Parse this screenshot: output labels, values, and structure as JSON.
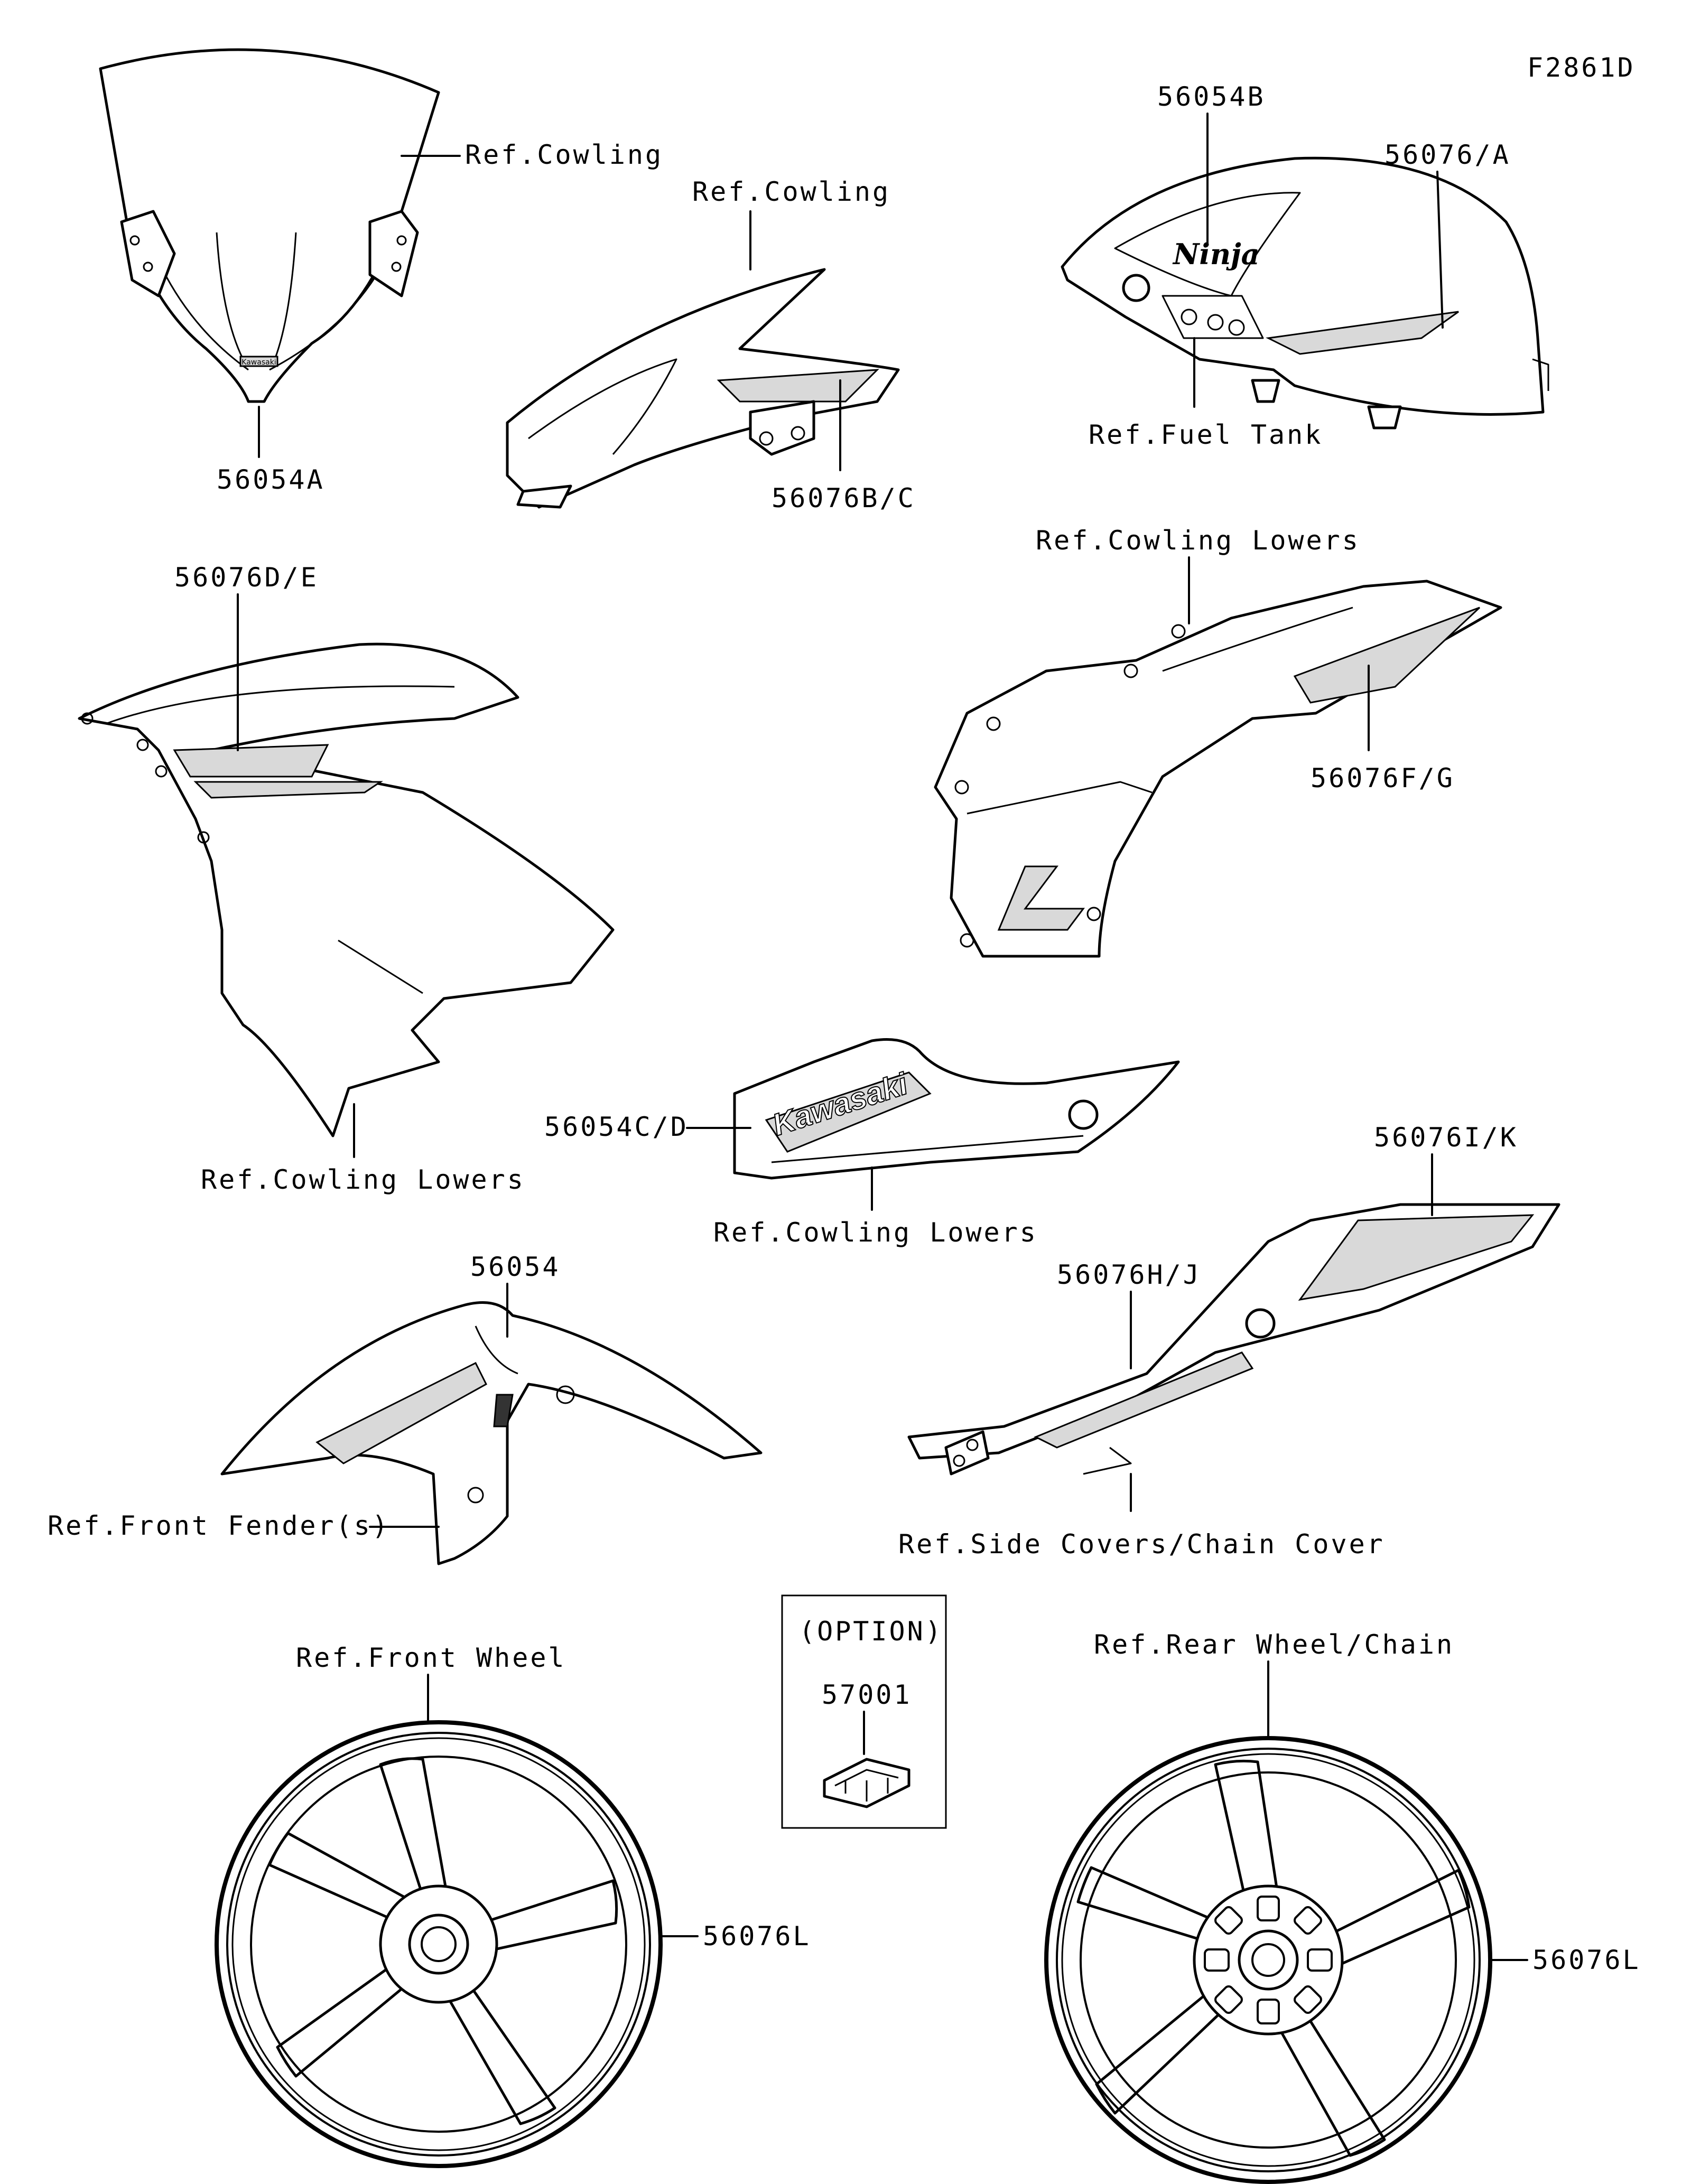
{
  "figure_id": "F2861D",
  "callouts": {
    "windshield_ref": "Ref.Cowling",
    "windshield_part": "56054A",
    "upper_cowl_ref": "Ref.Cowling",
    "upper_cowl_part": "56076B/C",
    "tank_top_part": "56054B",
    "tank_side_part": "56076/A",
    "tank_ref": "Ref.Fuel Tank",
    "left_lower_part": "56076D/E",
    "left_lower_ref": "Ref.Cowling Lowers",
    "right_lower_ref": "Ref.Cowling Lowers",
    "right_lower_part": "56076F/G",
    "belly_part": "56054C/D",
    "belly_ref": "Ref.Cowling Lowers",
    "fender_part": "56054",
    "fender_ref": "Ref.Front Fender(s)",
    "side_cover_upper_part": "56076I/K",
    "side_cover_lower_part": "56076H/J",
    "side_cover_ref": "Ref.Side Covers/Chain Cover",
    "option_label": "(OPTION)",
    "option_part": "57001",
    "front_wheel_ref": "Ref.Front Wheel",
    "front_wheel_part": "56076L",
    "rear_wheel_ref": "Ref.Rear Wheel/Chain",
    "rear_wheel_part": "56076L"
  },
  "decals": {
    "tank_logo": "Ninja",
    "belly_logo": "Kawasaki",
    "windshield_logo": "Kawasaki"
  }
}
